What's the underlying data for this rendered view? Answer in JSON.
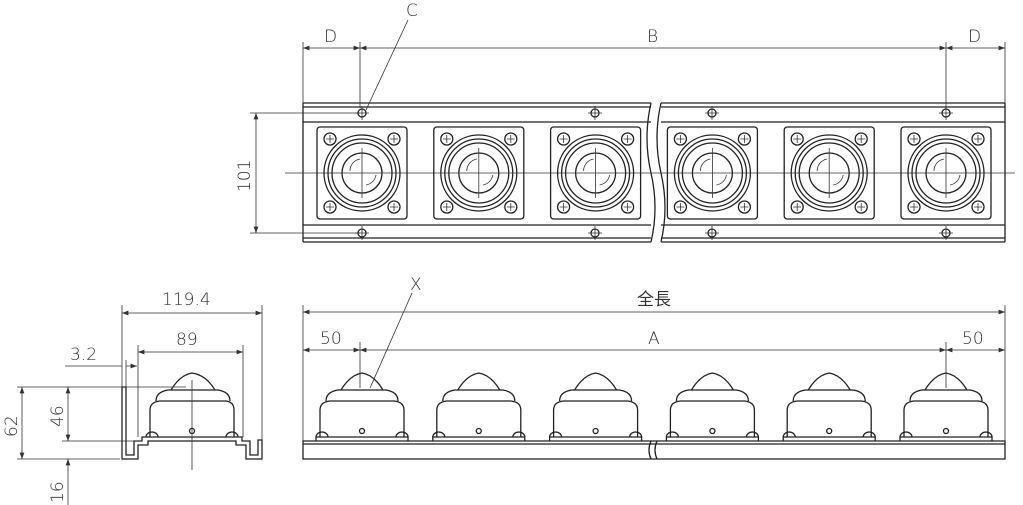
{
  "top_view": {
    "dim_d_left": "D",
    "dim_b": "B",
    "dim_d_right": "D",
    "callout_c": "C",
    "dim_height": "101",
    "unit_count": 6
  },
  "side_view": {
    "dim_width": "119.4",
    "dim_inner": "89",
    "dim_thickness": "3.2",
    "dim_total_height": "62",
    "dim_unit_height": "46",
    "dim_rail_height": "16"
  },
  "front_view": {
    "callout_x": "X",
    "dim_total_length": "全長",
    "dim_end_left": "50",
    "dim_a": "A",
    "dim_end_right": "50"
  },
  "colors": {
    "line": "#222222",
    "background": "#ffffff"
  }
}
